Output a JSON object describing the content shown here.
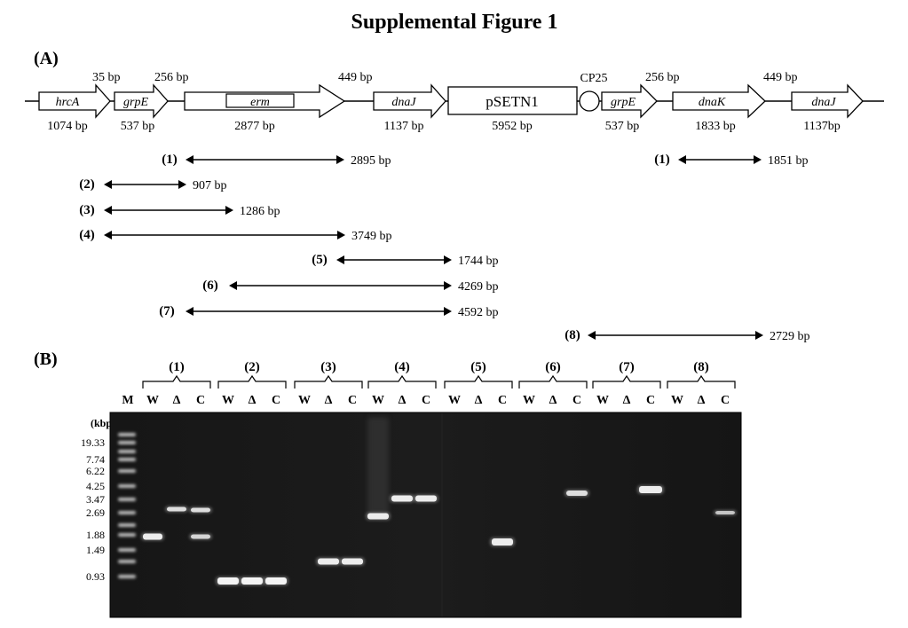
{
  "figure_title": "Supplemental Figure 1",
  "panel_a": {
    "label": "(A)",
    "genes": [
      {
        "name": "hrcA",
        "size": "1074 bp"
      },
      {
        "name": "grpE",
        "size": "537 bp"
      },
      {
        "name": "erm",
        "size": "2877 bp"
      },
      {
        "name": "dnaJ",
        "size": "1137 bp"
      },
      {
        "name": "pSETN1",
        "size": "5952 bp"
      },
      {
        "name": "grpE",
        "size": "537 bp"
      },
      {
        "name": "dnaK",
        "size": "1833 bp"
      },
      {
        "name": "dnaJ",
        "size": "1137bp"
      }
    ],
    "promoter_label": "CP25",
    "spacers": [
      "35 bp",
      "256 bp",
      "449 bp",
      "256 bp",
      "449 bp"
    ],
    "amplicons": [
      {
        "id": "(1)",
        "length": "2895 bp"
      },
      {
        "id": "(1)",
        "length": "1851 bp"
      },
      {
        "id": "(2)",
        "length": "907 bp"
      },
      {
        "id": "(3)",
        "length": "1286 bp"
      },
      {
        "id": "(4)",
        "length": "3749 bp"
      },
      {
        "id": "(5)",
        "length": "1744 bp"
      },
      {
        "id": "(6)",
        "length": "4269 bp"
      },
      {
        "id": "(7)",
        "length": "4592 bp"
      },
      {
        "id": "(8)",
        "length": "2729 bp"
      }
    ]
  },
  "panel_b": {
    "label": "(B)",
    "marker_label": "M",
    "groups": [
      "(1)",
      "(2)",
      "(3)",
      "(4)",
      "(5)",
      "(6)",
      "(7)",
      "(8)"
    ],
    "lane_labels": [
      "W",
      "Δ",
      "C"
    ],
    "unit_label": "(kbp)",
    "ladder": [
      "19.33",
      "7.74",
      "6.22",
      "4.25",
      "3.47",
      "2.69",
      "1.88",
      "1.49",
      "0.93"
    ]
  }
}
